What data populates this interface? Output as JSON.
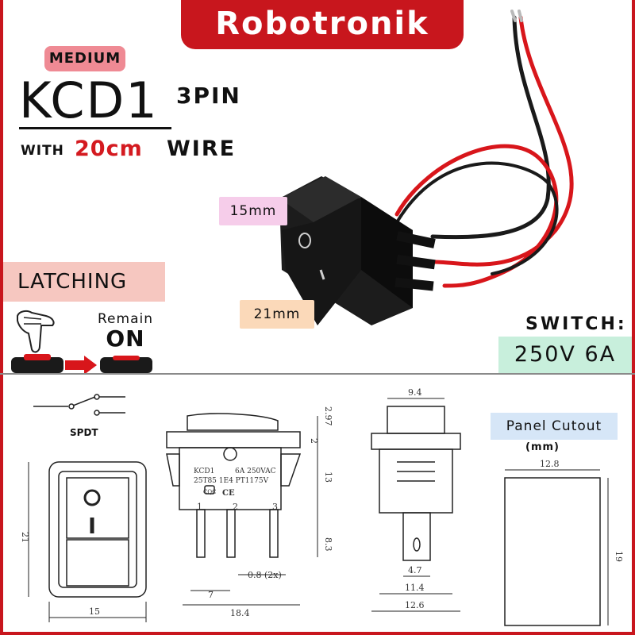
{
  "brand": "Robotronik",
  "product": {
    "tag": "MEDIUM",
    "model": "KCD1",
    "pins": "3PIN",
    "with": "WITH",
    "wire_length": "20cm",
    "wire_label": "WIRE"
  },
  "dimensions": {
    "height_label": "15mm",
    "width_label": "21mm"
  },
  "mode": {
    "type": "LATCHING",
    "remain_label": "Remain",
    "state": "ON"
  },
  "rating": {
    "label": "SWITCH:",
    "value": "250V 6A"
  },
  "diagram": {
    "schematic_label": "SPDT",
    "front_width": "15",
    "front_height": "21",
    "side_dims": {
      "top": "2.97",
      "cap": "2",
      "body": "13",
      "pin_length": "8.3",
      "pin_pitch": "7",
      "pin_thickness": "0.8 (2x)",
      "total_width": "18.4",
      "pin_numbers": [
        "1",
        "2",
        "3"
      ]
    },
    "body_markings": [
      "KCD1",
      "6A 250VAC",
      "25T85 1E4 PT1175V",
      "CQC",
      "CE"
    ],
    "end_dims": {
      "top_width": "9.4",
      "pin_width": "4.7",
      "body_width": "11.4",
      "base_width": "12.6"
    },
    "panel_cutout": {
      "title": "Panel Cutout",
      "unit": "(mm)",
      "width": "12.8",
      "height": "19"
    }
  },
  "colors": {
    "brand_red": "#c8161d",
    "accent_red": "#d41a20",
    "medium_tag": "#ef8a94",
    "latching_bg": "#f6c7c0",
    "rating_bg": "#c8efdc",
    "panel_bg": "#d6e6f7",
    "dim15_bg": "#f6cdea",
    "dim21_bg": "#fbd9b9"
  }
}
